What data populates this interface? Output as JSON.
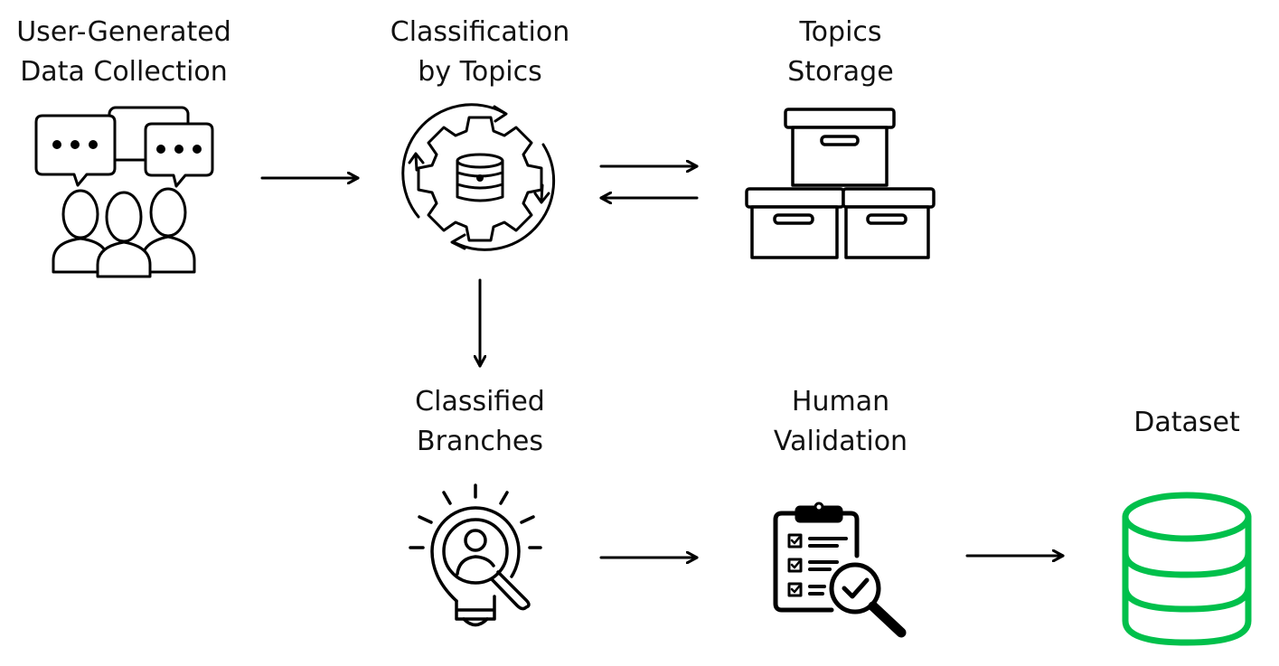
{
  "nodes": {
    "user_data": {
      "lines": [
        "User-Generated",
        "Data Collection"
      ],
      "icon": "users-chat-icon"
    },
    "classification": {
      "lines": [
        "Classification",
        "by Topics"
      ],
      "icon": "gear-database-cycle-icon"
    },
    "topics_storage": {
      "lines": [
        "Topics",
        "Storage"
      ],
      "icon": "storage-boxes-icon"
    },
    "classified_branches": {
      "lines": [
        "Classified",
        "Branches"
      ],
      "icon": "lightbulb-search-icon"
    },
    "human_validation": {
      "lines": [
        "Human",
        "Validation"
      ],
      "icon": "clipboard-check-magnifier-icon"
    },
    "dataset": {
      "lines": [
        "Dataset"
      ],
      "icon": "database-icon"
    }
  },
  "colors": {
    "stroke": "#000000",
    "dataset_accent": "#00c04b",
    "background": "#ffffff"
  }
}
